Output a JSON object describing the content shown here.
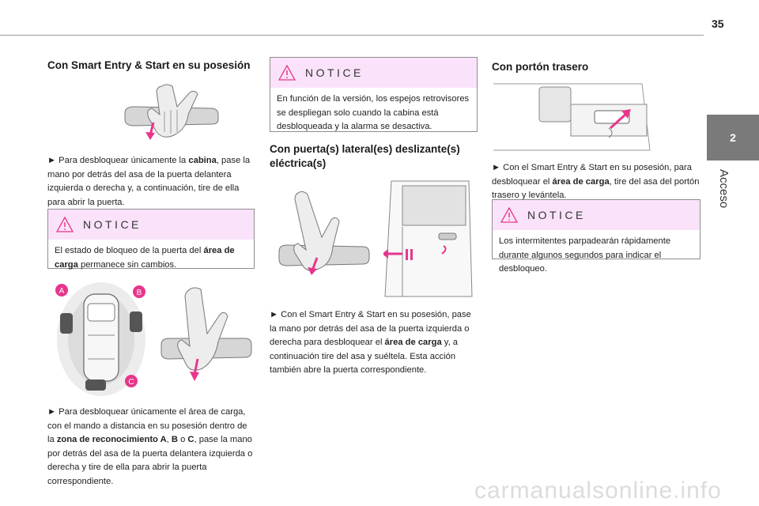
{
  "page_number": "35",
  "side_tab": {
    "number": "2",
    "label": "Acceso"
  },
  "col1": {
    "heading": "Con Smart Entry & Start en su posesión",
    "para1": {
      "pre": "► Para desbloquear únicamente la ",
      "bold": "cabina",
      "post": ", pase la mano por detrás del asa de la puerta delantera izquierda o derecha y, a continuación, tire de ella para abrir la puerta."
    },
    "notice": {
      "title": "NOTICE",
      "pre": "El estado de bloqueo de la puerta del ",
      "bold": "área de carga",
      "post": " permanece sin cambios."
    },
    "zone_labels": {
      "a": "A",
      "b": "B",
      "c": "C"
    },
    "para2": {
      "pre": "► Para desbloquear únicamente el área de carga, con el mando a distancia en su posesión dentro de la ",
      "bold1": "zona de reconocimiento A",
      "mid1": ", ",
      "bold2": "B",
      "mid2": " o ",
      "bold3": "C",
      "post": ", pase la mano por detrás del asa de la puerta delantera izquierda o derecha y tire de ella para abrir la puerta correspondiente."
    }
  },
  "col2": {
    "notice": {
      "title": "NOTICE",
      "text": "En función de la versión, los espejos retrovisores se despliegan solo cuando la cabina está desbloqueada y la alarma se desactiva."
    },
    "heading": "Con puerta(s) lateral(es) deslizante(s) eléctrica(s)",
    "para": {
      "pre": "► Con el Smart Entry & Start en su posesión, pase la mano por detrás del asa de la puerta izquierda o derecha para desbloquear el ",
      "bold": "área de carga",
      "post": " y, a continuación tire del asa y suéltela. Esta acción también abre la puerta correspondiente."
    }
  },
  "col3": {
    "heading": "Con portón trasero",
    "para": {
      "pre": "► Con el Smart Entry & Start en su posesión, para desbloquear el ",
      "bold": "área de carga",
      "post": ", tire del asa del portón trasero y levántela."
    },
    "notice": {
      "title": "NOTICE",
      "text": "Los intermitentes parpadearán rápidamente durante algunos segundos para indicar el desbloqueo."
    }
  },
  "colors": {
    "notice_bg": "#fae3fa",
    "accent_pink": "#e8358c",
    "tab_gray": "#7a7a7a"
  },
  "watermark": "carmanualsonline.info"
}
